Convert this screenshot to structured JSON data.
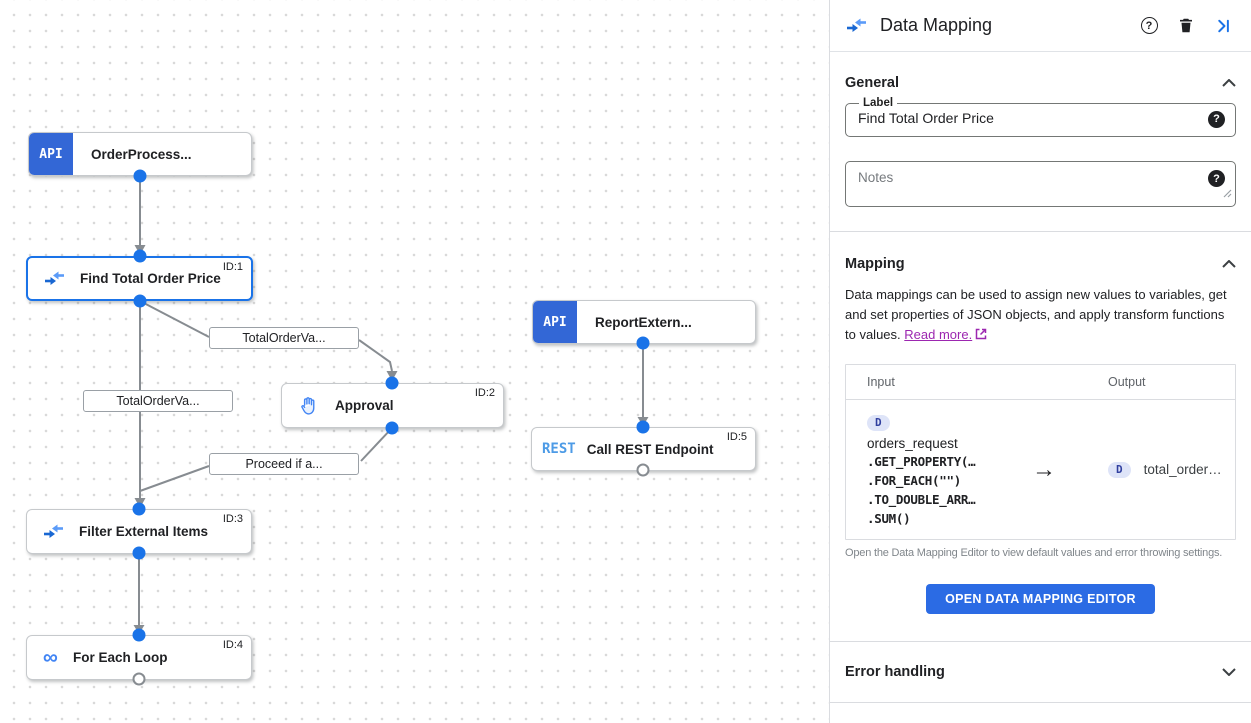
{
  "colors": {
    "accent_blue": "#1a73e8",
    "api_blue": "#3367d6",
    "rest_blue": "#4d9be6",
    "link_purple": "#9c27b0",
    "edge_gray": "#878c91",
    "button_blue": "#2b6be4"
  },
  "canvas": {
    "nodes": [
      {
        "label": "OrderProcess...",
        "icon": "api-badge",
        "icon_text": "API"
      },
      {
        "label": "Find Total Order Price",
        "id_label": "ID:1",
        "icon": "data-mapping-icon",
        "selected": true
      },
      {
        "label": "ReportExtern...",
        "icon": "api-badge",
        "icon_text": "API"
      },
      {
        "label": "Approval",
        "id_label": "ID:2",
        "icon": "hand-icon"
      },
      {
        "label": "Call REST Endpoint",
        "id_label": "ID:5",
        "icon": "rest-badge",
        "icon_text": "REST"
      },
      {
        "label": "Filter External Items",
        "id_label": "ID:3",
        "icon": "data-mapping-icon"
      },
      {
        "label": "For Each Loop",
        "id_label": "ID:4",
        "icon": "loop-icon",
        "icon_glyph": "∞"
      }
    ],
    "edge_labels": [
      "TotalOrderVa...",
      "TotalOrderVa...",
      "Proceed if a..."
    ]
  },
  "panel": {
    "title": "Data Mapping",
    "icons": {
      "help": "?",
      "delete": "trash",
      "collapse": "chevron-right-bar",
      "field_help": "?"
    },
    "general": {
      "heading": "General",
      "label_field": {
        "label": "Label",
        "value": "Find Total Order Price"
      },
      "notes_field": {
        "placeholder": "Notes"
      }
    },
    "mapping": {
      "heading": "Mapping",
      "description": "Data mappings can be used to assign new values to variables, get and set properties of JSON objects, and apply transform functions to values.",
      "read_more": "Read more.",
      "table": {
        "col_input": "Input",
        "col_output": "Output",
        "row": {
          "input_badge": "D",
          "input_variable": "orders_request",
          "input_functions": [
            ".GET_PROPERTY(…",
            ".FOR_EACH(\"\")",
            ".TO_DOUBLE_ARR…",
            ".SUM()"
          ],
          "arrow_glyph": "→",
          "output_badge": "D",
          "output_variable": "total_order…"
        }
      },
      "caption": "Open the Data Mapping Editor to view default values and error throwing settings.",
      "button_label": "OPEN DATA MAPPING EDITOR"
    },
    "error_handling": {
      "heading": "Error handling"
    }
  }
}
